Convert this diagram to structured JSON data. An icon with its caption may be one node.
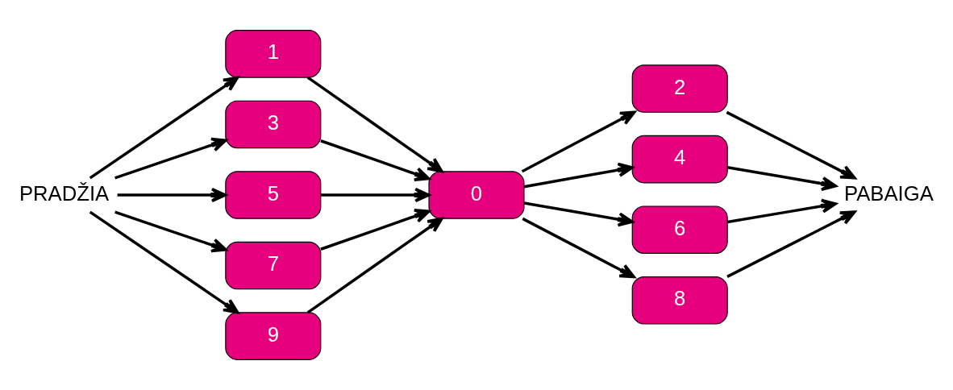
{
  "diagram": {
    "nodes": [
      {
        "text": [
          "PRADŽIA"
        ]
      },
      {
        "text": [
          "1"
        ]
      },
      {
        "text": [
          "3"
        ]
      },
      {
        "text": [
          "5"
        ]
      },
      {
        "text": [
          "7"
        ]
      },
      {
        "text": [
          "9"
        ]
      },
      {
        "text": [
          "0"
        ]
      },
      {
        "text": [
          "2"
        ]
      },
      {
        "text": [
          "4"
        ]
      },
      {
        "text": [
          "6"
        ]
      },
      {
        "text": [
          "8"
        ]
      },
      {
        "text": [
          "PABAIGA"
        ]
      }
    ],
    "edges": [
      {
        "from": 0,
        "to": 1,
        "arrow": "to"
      },
      {
        "from": 0,
        "to": 2,
        "arrow": "to"
      },
      {
        "from": 0,
        "to": 3,
        "arrow": "to"
      },
      {
        "from": 0,
        "to": 4,
        "arrow": "to"
      },
      {
        "from": 0,
        "to": 5,
        "arrow": "to"
      },
      {
        "from": 1,
        "to": 6,
        "arrow": "to"
      },
      {
        "from": 2,
        "to": 6,
        "arrow": "to"
      },
      {
        "from": 3,
        "to": 6,
        "arrow": "to"
      },
      {
        "from": 4,
        "to": 6,
        "arrow": "to"
      },
      {
        "from": 5,
        "to": 6,
        "arrow": "to"
      },
      {
        "from": 6,
        "to": 7,
        "arrow": "to"
      },
      {
        "from": 6,
        "to": 8,
        "arrow": "to"
      },
      {
        "from": 6,
        "to": 9,
        "arrow": "to"
      },
      {
        "from": 6,
        "to": 10,
        "arrow": "to"
      },
      {
        "from": 7,
        "to": 11,
        "arrow": "to"
      },
      {
        "from": 8,
        "to": 11,
        "arrow": "to"
      },
      {
        "from": 9,
        "to": 11,
        "arrow": "to"
      },
      {
        "from": 10,
        "to": 11,
        "arrow": "to"
      }
    ]
  }
}
